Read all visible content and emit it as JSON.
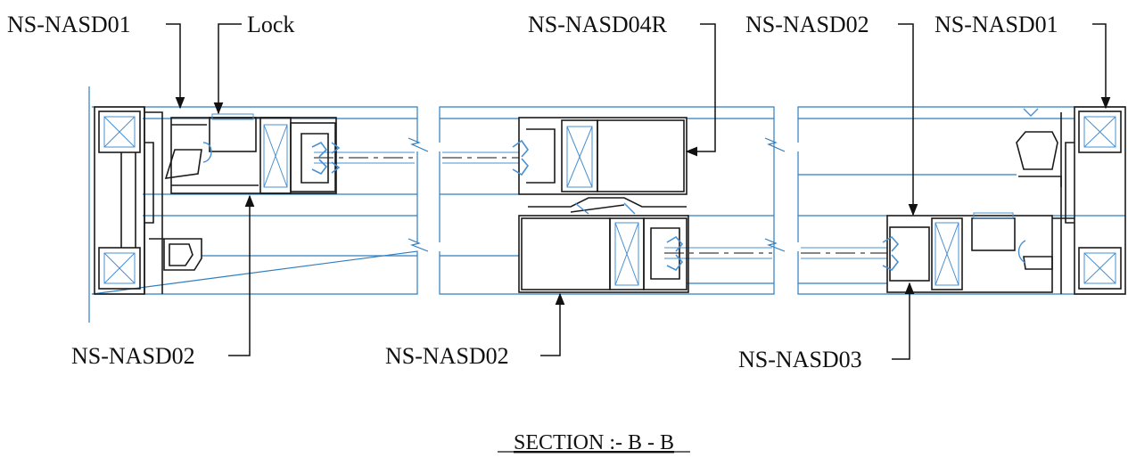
{
  "colors": {
    "profile": "#1a1a1a",
    "outline": "#2f7fc1",
    "glass": "#4a90d0",
    "leader": "#111111"
  },
  "callouts": {
    "top_left_frame": "NS-NASD01",
    "lock": "Lock",
    "interlock": "NS-NASD04R",
    "top_right_sash": "NS-NASD02",
    "top_right_frame": "NS-NASD01",
    "bottom_left_sash": "NS-NASD02",
    "bottom_mid_sash": "NS-NASD02",
    "bottom_right_sash": "NS-NASD03"
  },
  "section_title": "SECTION :- B - B"
}
